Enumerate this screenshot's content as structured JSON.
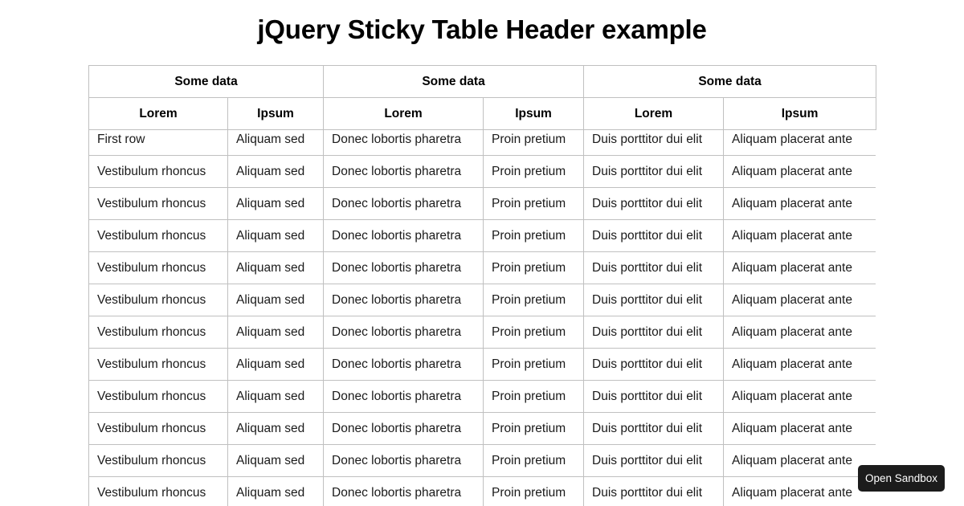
{
  "page": {
    "title": "jQuery Sticky Table Header example",
    "background_color": "#ffffff",
    "text_color": "#1a1a1a",
    "border_color": "#c0c0c0"
  },
  "table": {
    "group_headers": [
      {
        "label": "Some data",
        "colspan": 2
      },
      {
        "label": "Some data",
        "colspan": 2
      },
      {
        "label": "Some data",
        "colspan": 2
      }
    ],
    "column_headers": [
      "Lorem",
      "Ipsum",
      "Lorem",
      "Ipsum",
      "Lorem",
      "Ipsum"
    ],
    "sticky_header": {
      "is_sticky": true,
      "group_headers": [
        "Some data",
        "Some data",
        "Some data"
      ],
      "column_headers": [
        "Lorem",
        "Ipsum",
        "Lorem",
        "Ipsum",
        "Lorem",
        "Ipsum"
      ]
    },
    "rows": [
      [
        "First row",
        "Aliquam sed",
        "Donec lobortis pharetra",
        "Proin pretium",
        "Duis porttitor dui elit",
        "Aliquam placerat ante"
      ],
      [
        "Vestibulum rhoncus",
        "Aliquam sed",
        "Donec lobortis pharetra",
        "Proin pretium",
        "Duis porttitor dui elit",
        "Aliquam placerat ante"
      ],
      [
        "Vestibulum rhoncus",
        "Aliquam sed",
        "Donec lobortis pharetra",
        "Proin pretium",
        "Duis porttitor dui elit",
        "Aliquam placerat ante"
      ],
      [
        "Vestibulum rhoncus",
        "Aliquam sed",
        "Donec lobortis pharetra",
        "Proin pretium",
        "Duis porttitor dui elit",
        "Aliquam placerat ante"
      ],
      [
        "Vestibulum rhoncus",
        "Aliquam sed",
        "Donec lobortis pharetra",
        "Proin pretium",
        "Duis porttitor dui elit",
        "Aliquam placerat ante"
      ],
      [
        "Vestibulum rhoncus",
        "Aliquam sed",
        "Donec lobortis pharetra",
        "Proin pretium",
        "Duis porttitor dui elit",
        "Aliquam placerat ante"
      ],
      [
        "Vestibulum rhoncus",
        "Aliquam sed",
        "Donec lobortis pharetra",
        "Proin pretium",
        "Duis porttitor dui elit",
        "Aliquam placerat ante"
      ],
      [
        "Vestibulum rhoncus",
        "Aliquam sed",
        "Donec lobortis pharetra",
        "Proin pretium",
        "Duis porttitor dui elit",
        "Aliquam placerat ante"
      ],
      [
        "Vestibulum rhoncus",
        "Aliquam sed",
        "Donec lobortis pharetra",
        "Proin pretium",
        "Duis porttitor dui elit",
        "Aliquam placerat ante"
      ],
      [
        "Vestibulum rhoncus",
        "Aliquam sed",
        "Donec lobortis pharetra",
        "Proin pretium",
        "Duis porttitor dui elit",
        "Aliquam placerat ante"
      ],
      [
        "Vestibulum rhoncus",
        "Aliquam sed",
        "Donec lobortis pharetra",
        "Proin pretium",
        "Duis porttitor dui elit",
        "Aliquam placerat ante"
      ],
      [
        "Vestibulum rhoncus",
        "Aliquam sed",
        "Donec lobortis pharetra",
        "Proin pretium",
        "Duis porttitor dui elit",
        "Aliquam placerat ante"
      ]
    ]
  },
  "sandbox": {
    "button_label": "Open Sandbox",
    "button_bg": "#1c1c1c",
    "button_fg": "#ffffff"
  }
}
